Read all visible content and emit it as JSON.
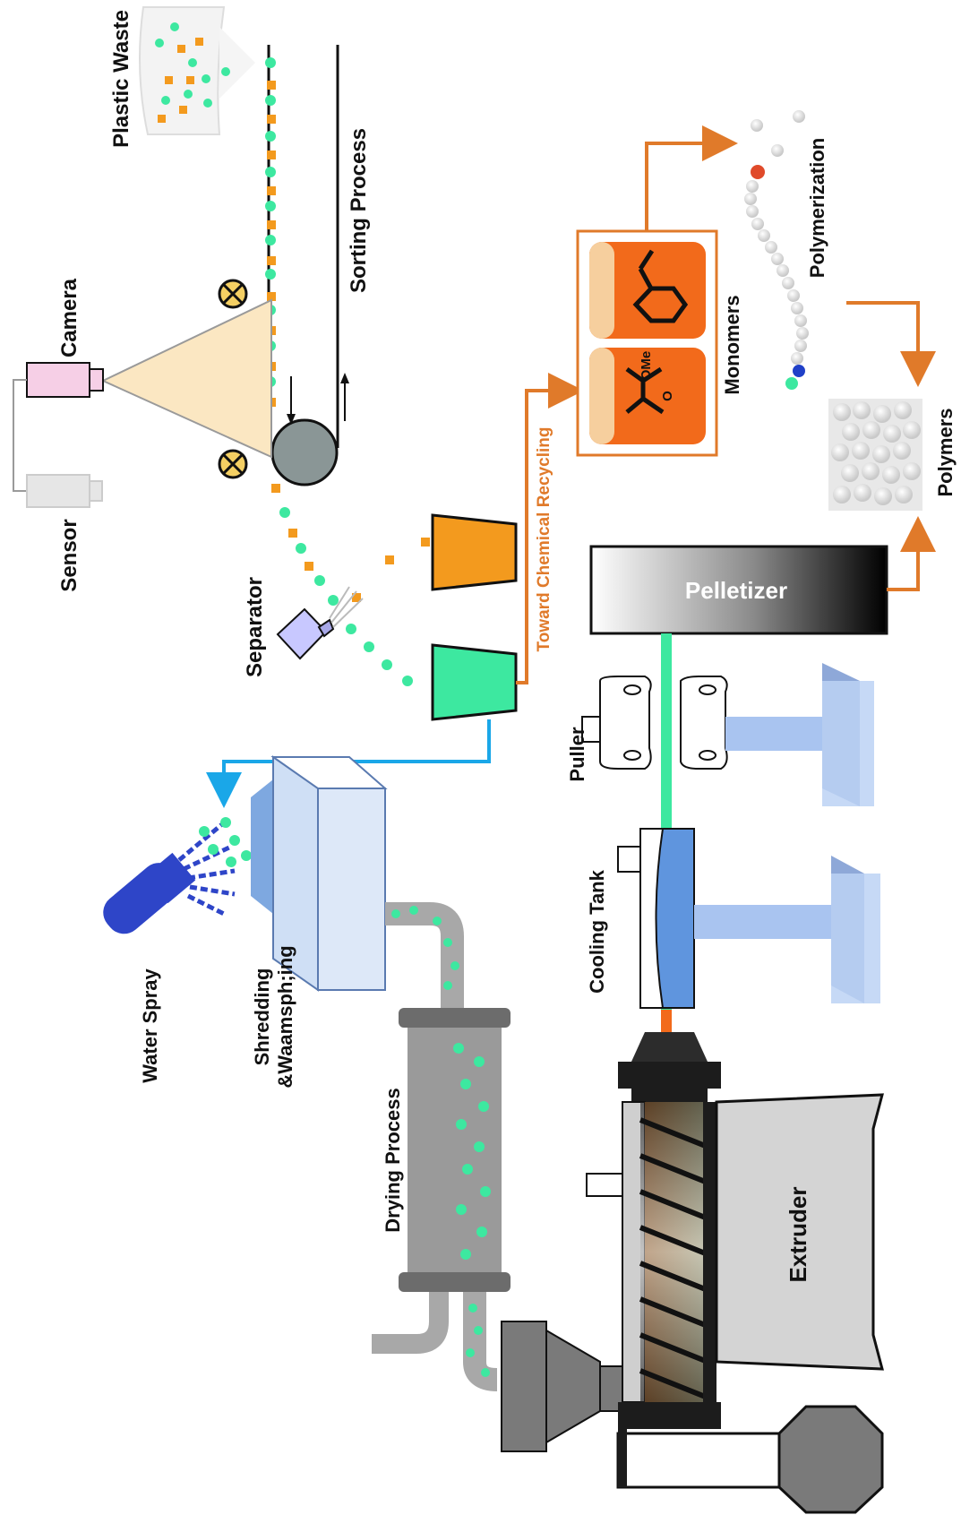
{
  "labels": {
    "plastic_waste": "Plastic Waste",
    "sorting_process": "Sorting Process",
    "camera": "Camera",
    "sensor": "Sensor",
    "separator": "Separator",
    "toward_chemical_recycling": "Toward Chemical Recycling",
    "monomers": "Monomers",
    "polymerization": "Polymerization",
    "polymers": "Polymers",
    "ome": "OMe",
    "carbonyl_o": "O",
    "pelletizer": "Pelletizer",
    "puller": "Puller",
    "cooling_tank": "Cooling Tank",
    "water_spray": "Water Spray",
    "shredding_line1": "Shredding",
    "shredding_line2": "&Waamsph;ing",
    "drying_process": "Drying Process",
    "extruder": "Extruder"
  },
  "colors": {
    "flake_green": "#3de8a0",
    "flake_orange": "#f39a1e",
    "arrow_orange": "#e07a2a",
    "arrow_blue": "#1aa7e8",
    "monomer_orange": "#f26a1b",
    "camera_pink": "#f6cfe6",
    "camera_cone": "#fbe7c2",
    "spray_blue": "#2e45c8",
    "machine_gray": "#9a9a9a"
  },
  "icons": {
    "sorting_rollers": "x-circle-icon",
    "camera": "camera-icon",
    "sensor": "sensor-icon",
    "separator": "air-nozzle-icon",
    "water_spray": "spray-nozzle-icon",
    "monomer_1": "styrene-structure-icon",
    "monomer_2": "methyl-methacrylate-structure-icon"
  }
}
